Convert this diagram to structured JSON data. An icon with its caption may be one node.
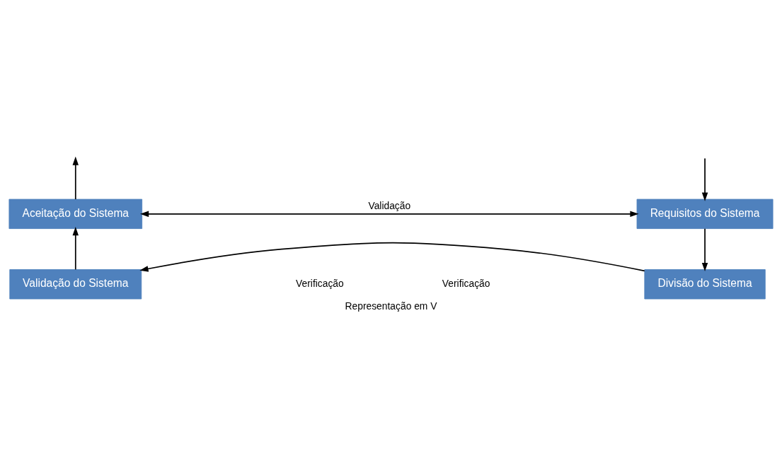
{
  "diagram": {
    "caption": "Representação em V",
    "nodes": [
      {
        "text": [
          "Requisitos do Sistema"
        ]
      },
      {
        "text": [
          "Divisão do Sistema"
        ]
      },
      {
        "text": [
          "Validação do Sistema"
        ]
      },
      {
        "text": [
          "Aceitação do Sistema"
        ]
      }
    ],
    "edges": [
      {
        "from": null,
        "to": 0,
        "arrow": "to"
      },
      {
        "from": 0,
        "to": 1,
        "arrow": "to"
      },
      {
        "from": 1,
        "to": 2,
        "arrow": "to"
      },
      {
        "from": 2,
        "to": 3,
        "arrow": "to"
      },
      {
        "from": 3,
        "to": null,
        "arrow": "to"
      },
      {
        "from": 0,
        "to": 3,
        "arrow": "both",
        "label": "Validação"
      }
    ],
    "labels": [
      "Verificação",
      "Verificação"
    ]
  }
}
